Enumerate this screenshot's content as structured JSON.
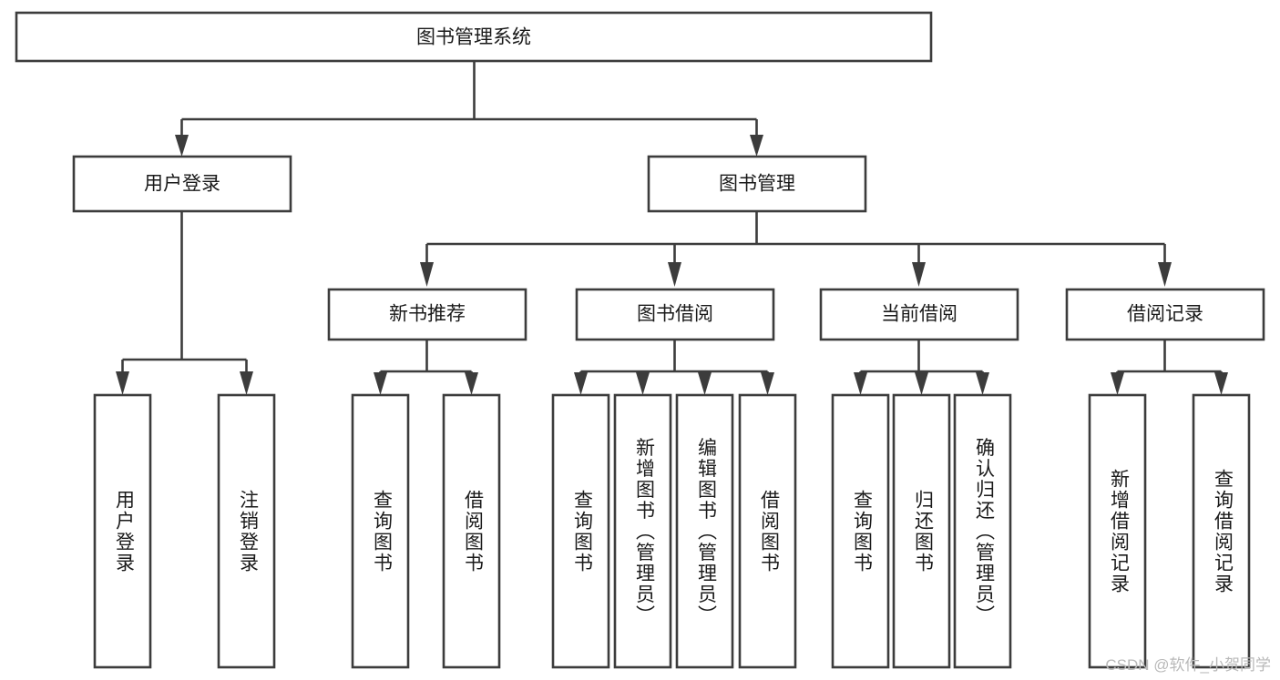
{
  "diagram": {
    "type": "tree",
    "title": "图书管理系统",
    "root": {
      "id": "root",
      "label": "图书管理系统",
      "orientation": "horizontal"
    },
    "level2": [
      {
        "id": "user-login",
        "label": "用户登录",
        "orientation": "horizontal"
      },
      {
        "id": "book-manage",
        "label": "图书管理",
        "orientation": "horizontal"
      }
    ],
    "level3": [
      {
        "id": "new-book-rec",
        "label": "新书推荐",
        "parent": "book-manage",
        "orientation": "horizontal"
      },
      {
        "id": "book-borrow",
        "label": "图书借阅",
        "parent": "book-manage",
        "orientation": "horizontal"
      },
      {
        "id": "current-borrow",
        "label": "当前借阅",
        "parent": "book-manage",
        "orientation": "horizontal"
      },
      {
        "id": "borrow-record",
        "label": "借阅记录",
        "parent": "book-manage",
        "orientation": "horizontal"
      }
    ],
    "leaves": [
      {
        "id": "leaf-user-login",
        "label": "用户登录",
        "parent": "user-login",
        "orientation": "vertical"
      },
      {
        "id": "leaf-user-logout",
        "label": "注销登录",
        "parent": "user-login",
        "orientation": "vertical"
      },
      {
        "id": "leaf-query-book-1",
        "label": "查询图书",
        "parent": "new-book-rec",
        "orientation": "vertical"
      },
      {
        "id": "leaf-borrow-book-1",
        "label": "借阅图书",
        "parent": "new-book-rec",
        "orientation": "vertical"
      },
      {
        "id": "leaf-query-book-2",
        "label": "查询图书",
        "parent": "book-borrow",
        "orientation": "vertical"
      },
      {
        "id": "leaf-add-book",
        "label": "新增图书（管理员）",
        "parent": "book-borrow",
        "orientation": "vertical"
      },
      {
        "id": "leaf-edit-book",
        "label": "编辑图书（管理员）",
        "parent": "book-borrow",
        "orientation": "vertical"
      },
      {
        "id": "leaf-borrow-book-2",
        "label": "借阅图书",
        "parent": "book-borrow",
        "orientation": "vertical"
      },
      {
        "id": "leaf-query-book-3",
        "label": "查询图书",
        "parent": "current-borrow",
        "orientation": "vertical"
      },
      {
        "id": "leaf-return-book",
        "label": "归还图书",
        "parent": "current-borrow",
        "orientation": "vertical"
      },
      {
        "id": "leaf-confirm-return",
        "label": "确认归还（管理员）",
        "parent": "current-borrow",
        "orientation": "vertical"
      },
      {
        "id": "leaf-add-record",
        "label": "新增借阅记录",
        "parent": "borrow-record",
        "orientation": "vertical"
      },
      {
        "id": "leaf-query-record",
        "label": "查询借阅记录",
        "parent": "borrow-record",
        "orientation": "vertical"
      }
    ]
  },
  "watermark": {
    "text": "CSDN @软件_小贺同学"
  },
  "colors": {
    "stroke": "#3c3c3c",
    "fill": "#ffffff",
    "text": "#1a1a1a",
    "watermark": "#b9b9b9"
  }
}
